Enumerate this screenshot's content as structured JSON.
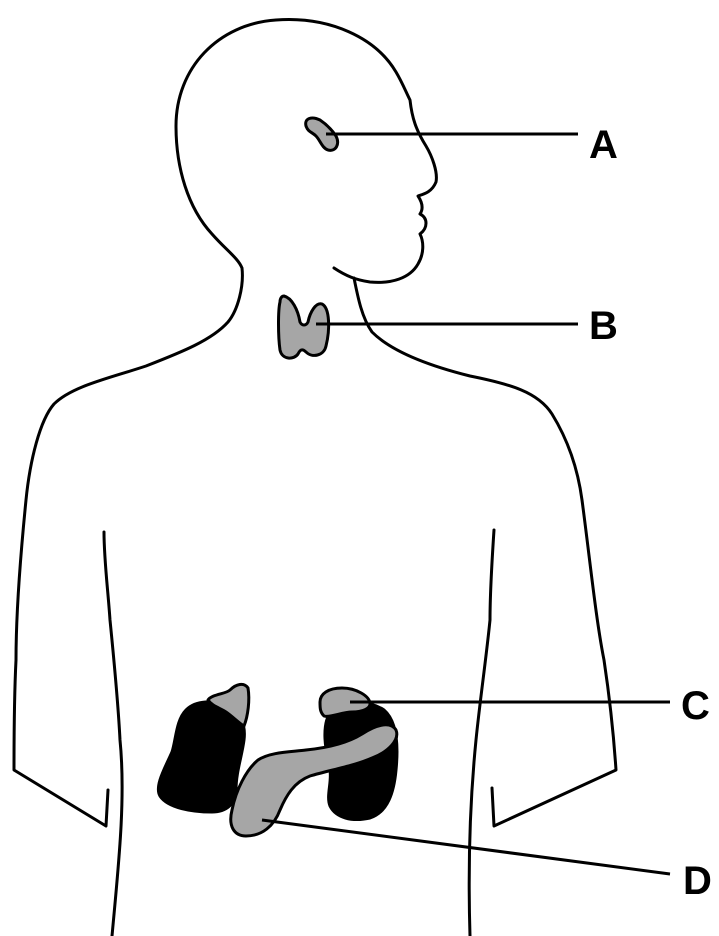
{
  "diagram": {
    "labels": {
      "a": "A",
      "b": "B",
      "c": "C",
      "d": "D"
    },
    "colors": {
      "outline": "#000000",
      "gland_fill": "#a6a6a6",
      "kidney_fill": "#000000",
      "background": "#ffffff"
    }
  }
}
